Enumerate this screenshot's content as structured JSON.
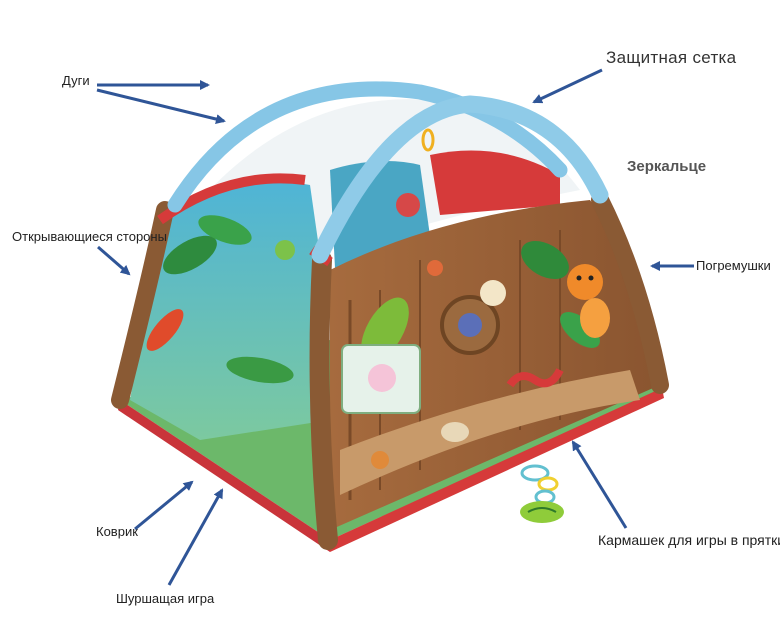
{
  "labels": {
    "dugi": "Дуги",
    "setka": "Защитная  сетка",
    "zerkaltse": "Зеркальце",
    "otkryvayushchiesya": "Открывающиеся стороны",
    "pogremushki": "Погремушки",
    "kovrik": "Коврик",
    "karmashek": "Кармашек для игры в прятки",
    "shurshashchaya": "Шуршащая игра"
  },
  "colors": {
    "arrow": "#2f5597",
    "arch": "#86c6e6",
    "trunk": "#8a5a34",
    "red_trim": "#d63a3a"
  }
}
